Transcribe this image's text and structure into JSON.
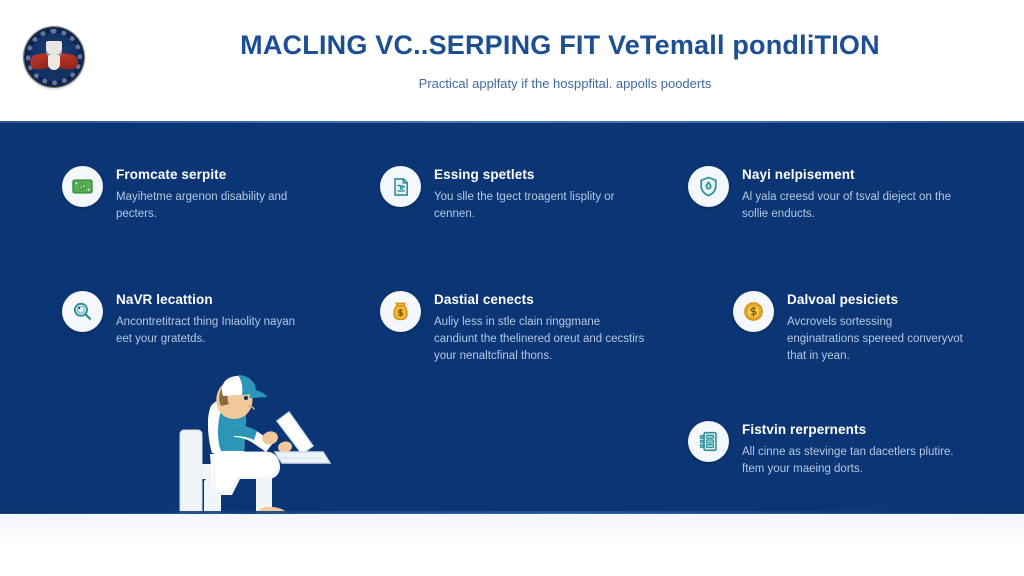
{
  "header": {
    "title": "MACLING VC..SERPING FIT VeTemall pondliTION",
    "subtitle": "Practical applfaty if the hosppfital. appolls pooderts",
    "seal_name": "department-seal"
  },
  "colors": {
    "panel_blue": "#0b3575",
    "title_blue": "#1d4f93",
    "subtitle_blue": "#2f5d99",
    "card_title_white": "#ffffff",
    "card_desc_blue": "#b6c8e0",
    "badge_bg": "#f4f7fb",
    "icon_green": "#3f9b3f",
    "icon_teal": "#2f8f96",
    "icon_gold": "#e8a21c"
  },
  "cards": [
    {
      "icon": "money-bill-icon",
      "icon_color": "#3f9b3f",
      "title": "Fromcate serpite",
      "desc": "Mayihetme argenon disability and pecters."
    },
    {
      "icon": "document-claim-icon",
      "icon_color": "#2f8f96",
      "title": "Essing spetlets",
      "desc": "You slle the tgect troagent lisplity or cennen."
    },
    {
      "icon": "shield-icon",
      "icon_color": "#2f8f96",
      "title": "Nayi nelpisement",
      "desc": "Al yala creesd vour of tsval dieject on the sollie enducts."
    },
    {
      "icon": "magnifier-icon",
      "icon_color": "#2f8f96",
      "title": "NaVR lecattion",
      "desc": "Ancontretitract thing Iniaolity nayan eet your gratetds."
    },
    {
      "icon": "money-bag-icon",
      "icon_color": "#e8a21c",
      "title": "Dastial cenects",
      "desc": "Auliy less in stle clain ringgmane candiunt the thelinered oreut and cecstirs your nenaltcfinal thons."
    },
    {
      "icon": "dollar-coin-icon",
      "icon_color": "#e8a21c",
      "title": "Dalvoal pesiciets",
      "desc": "Avcrovels sortessing enginatrations spereed converyvot that in yean."
    },
    {
      "icon": "checklist-icon",
      "icon_color": "#2f8f96",
      "title": "Fistvin rerpernents",
      "desc": "All cinne as stevinge tan dacetlers plutire. ftem your maeing dorts."
    }
  ],
  "illustration": {
    "name": "person-at-laptop-illustration",
    "description": "Seated worker in cap using a laptop"
  }
}
